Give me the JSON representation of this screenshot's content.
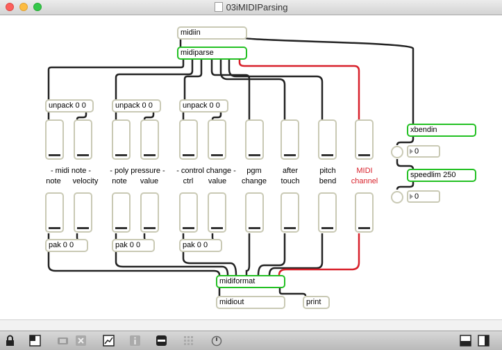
{
  "window": {
    "title": "03iMIDIParsing"
  },
  "objects": {
    "midiin": "midiin",
    "midiparse": "midiparse",
    "unpack1": "unpack 0 0",
    "unpack2": "unpack 0 0",
    "unpack3": "unpack 0 0",
    "xbendin": "xbendin",
    "speedlim": "speedlim 250",
    "pak1": "pak 0 0",
    "pak2": "pak 0 0",
    "pak3": "pak 0 0",
    "midiformat": "midiformat",
    "midiout": "midiout",
    "print": "print"
  },
  "labels": {
    "midi_note": "- midi note -",
    "note1": "note",
    "velocity": "velocity",
    "poly_pressure": "- poly pressure -",
    "note2": "note",
    "value1": "value",
    "control_change": "- control change -",
    "ctrl": "ctrl",
    "value2": "value",
    "pgm": "pgm",
    "pgm_change": "change",
    "after": "after",
    "touch": "touch",
    "pitch": "pitch",
    "bend": "bend",
    "midi": "MIDI",
    "channel": "channel"
  },
  "numbers": {
    "num1": "0",
    "num2": "0"
  },
  "colors": {
    "green_box": "#22c022",
    "red_cable": "#d8202a",
    "cable": "#222222"
  },
  "toolbar_icons": [
    "lock-icon",
    "presentation-icon",
    "patcher-icon",
    "close-icon",
    "inspector-icon",
    "info-icon",
    "object-icon",
    "grid-icon",
    "debug-icon",
    "split-view-icon",
    "window-icon"
  ]
}
